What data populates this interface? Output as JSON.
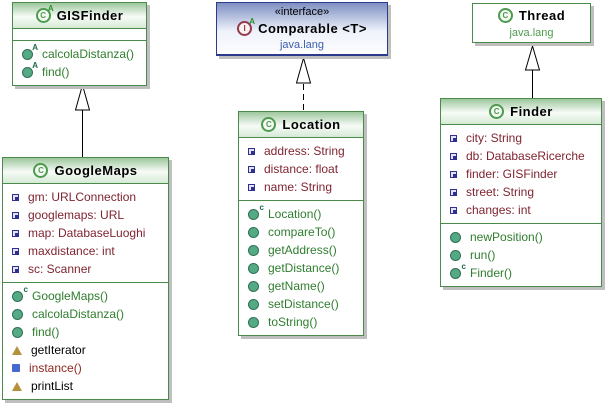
{
  "diagram": {
    "kind": "uml-class-diagram",
    "colors": {
      "class_header_green": "#9dc79d",
      "class_border_green": "#4a8a4a",
      "interface_header_blue": "#7e90c2",
      "interface_border_blue": "#2b3a8a",
      "field_text": "#7f2430",
      "method_text": "#2f7d2f",
      "static_method_text": "#8f2820",
      "plain_member_text": "#000000",
      "package_text_green": "#4e9a4e",
      "package_text_blue": "#3a5fae"
    },
    "classes": [
      {
        "name": "GISFinder",
        "icon": "abstract-class-icon",
        "icon_letter": "C",
        "icon_badge": "A",
        "fields": [],
        "methods": [
          {
            "label": "calcolaDistanza()",
            "icon": "abstract-method-icon",
            "badge": "A"
          },
          {
            "label": "find()",
            "icon": "abstract-method-icon",
            "badge": "A"
          }
        ]
      },
      {
        "name": "Comparable <T>",
        "stereotype": "«interface»",
        "package": "java.lang",
        "icon": "interface-icon",
        "icon_letter": "I",
        "icon_badge": "A",
        "fields": [],
        "methods": []
      },
      {
        "name": "Thread",
        "package": "java.lang",
        "icon": "class-icon",
        "icon_letter": "C",
        "fields": [],
        "methods": []
      },
      {
        "name": "GoogleMaps",
        "icon": "class-icon",
        "icon_letter": "C",
        "fields": [
          {
            "label": "gm: URLConnection",
            "icon": "field-icon"
          },
          {
            "label": "googlemaps: URL",
            "icon": "field-icon"
          },
          {
            "label": "map: DatabaseLuoghi",
            "icon": "field-icon"
          },
          {
            "label": "maxdistance: int",
            "icon": "field-icon"
          },
          {
            "label": "sc: Scanner",
            "icon": "field-icon"
          }
        ],
        "methods": [
          {
            "label": "GoogleMaps()",
            "icon": "constructor-method-icon",
            "badge": "c"
          },
          {
            "label": "calcolaDistanza()",
            "icon": "method-icon"
          },
          {
            "label": "find()",
            "icon": "method-icon"
          },
          {
            "label": "getIterator",
            "icon": "property-triangle-icon"
          },
          {
            "label": "instance()",
            "icon": "static-method-icon"
          },
          {
            "label": "printList",
            "icon": "property-triangle-icon"
          }
        ]
      },
      {
        "name": "Location",
        "icon": "class-icon",
        "icon_letter": "C",
        "fields": [
          {
            "label": "address: String",
            "icon": "field-icon"
          },
          {
            "label": "distance: float",
            "icon": "field-icon"
          },
          {
            "label": "name: String",
            "icon": "field-icon"
          }
        ],
        "methods": [
          {
            "label": "Location()",
            "icon": "constructor-method-icon",
            "badge": "c"
          },
          {
            "label": "compareTo()",
            "icon": "method-icon"
          },
          {
            "label": "getAddress()",
            "icon": "method-icon"
          },
          {
            "label": "getDistance()",
            "icon": "method-icon"
          },
          {
            "label": "getName()",
            "icon": "method-icon"
          },
          {
            "label": "setDistance()",
            "icon": "method-icon"
          },
          {
            "label": "toString()",
            "icon": "method-icon"
          }
        ]
      },
      {
        "name": "Finder",
        "icon": "class-icon",
        "icon_letter": "C",
        "fields": [
          {
            "label": "city: String",
            "icon": "field-icon"
          },
          {
            "label": "db: DatabaseRicerche",
            "icon": "field-icon"
          },
          {
            "label": "finder: GISFinder",
            "icon": "field-icon"
          },
          {
            "label": "street: String",
            "icon": "field-icon"
          },
          {
            "label": "changes: int",
            "icon": "field-icon"
          }
        ],
        "methods": [
          {
            "label": "newPosition()",
            "icon": "method-icon"
          },
          {
            "label": "run()",
            "icon": "method-icon"
          },
          {
            "label": "Finder()",
            "icon": "constructor-method-icon",
            "badge": "c"
          }
        ]
      }
    ],
    "relations": [
      {
        "from": "GoogleMaps",
        "to": "GISFinder",
        "type": "extends",
        "line": "solid"
      },
      {
        "from": "Location",
        "to": "Comparable <T>",
        "type": "implements",
        "line": "dashed"
      },
      {
        "from": "Finder",
        "to": "Thread",
        "type": "extends",
        "line": "solid"
      }
    ]
  }
}
